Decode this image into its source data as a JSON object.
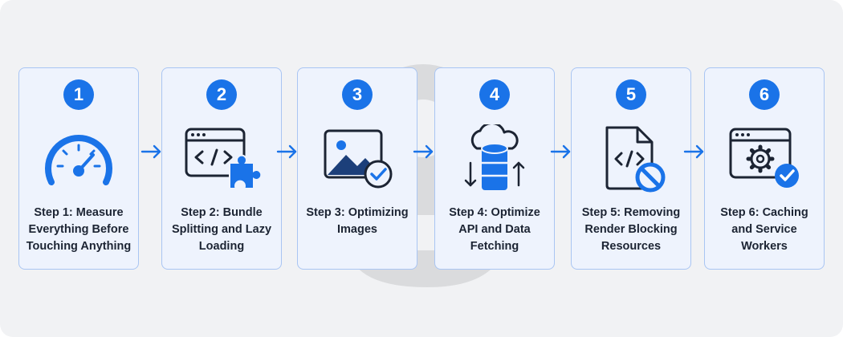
{
  "colors": {
    "accent": "#1a73e8",
    "card_bg": "#eef3fd",
    "card_border": "#a9c5f3",
    "text": "#1c2433",
    "background": "#f1f2f4"
  },
  "steps": [
    {
      "number": "1",
      "label": "Step 1: Measure Everything Before Touching Anything",
      "icon": "speedometer-icon"
    },
    {
      "number": "2",
      "label": "Step 2: Bundle Splitting and Lazy Loading",
      "icon": "code-window-puzzle-icon"
    },
    {
      "number": "3",
      "label": "Step 3: Optimizing Images",
      "icon": "image-check-icon"
    },
    {
      "number": "4",
      "label": "Step 4: Optimize API and Data Fetching",
      "icon": "cloud-database-sync-icon"
    },
    {
      "number": "5",
      "label": "Step 5: Removing Render Blocking Resources",
      "icon": "code-file-blocked-icon"
    },
    {
      "number": "6",
      "label": "Step 6: Caching and Service Workers",
      "icon": "browser-gear-check-icon"
    }
  ]
}
